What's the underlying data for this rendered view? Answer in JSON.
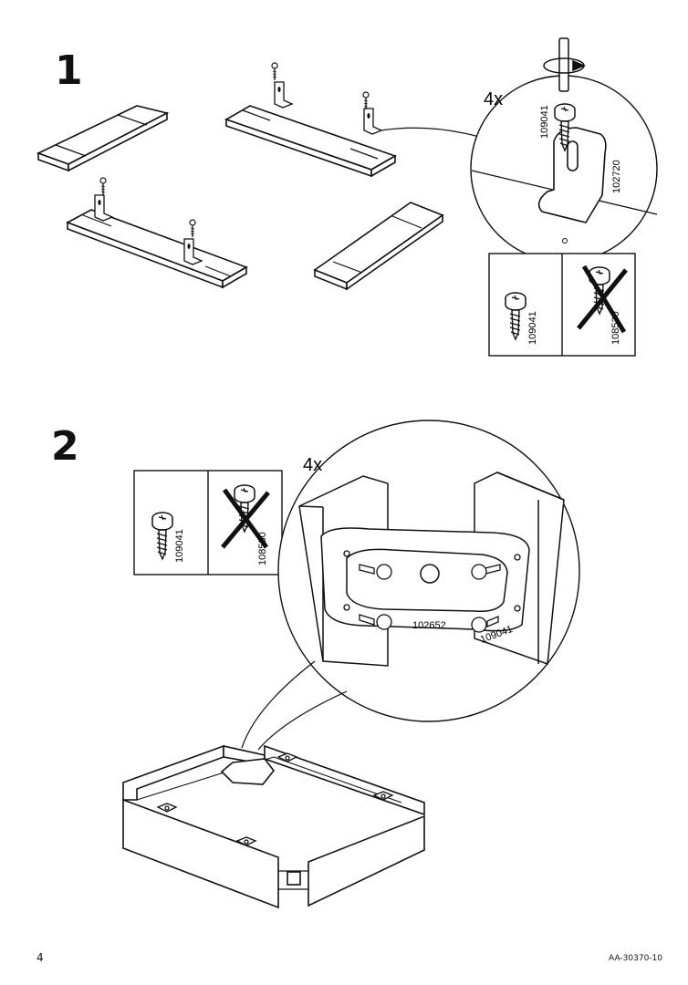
{
  "steps": [
    {
      "number": "1",
      "quantity": "4x",
      "callout_labels": [
        "109041",
        "102720"
      ],
      "screw_box": {
        "correct": "109041",
        "wrong": "108530"
      }
    },
    {
      "number": "2",
      "quantity": "4x",
      "callout_labels": [
        "102652",
        "109041"
      ],
      "screw_box": {
        "correct": "109041",
        "wrong": "108530"
      }
    }
  ],
  "footer": {
    "page_number": "4",
    "doc_code": "AA-30370-10"
  }
}
